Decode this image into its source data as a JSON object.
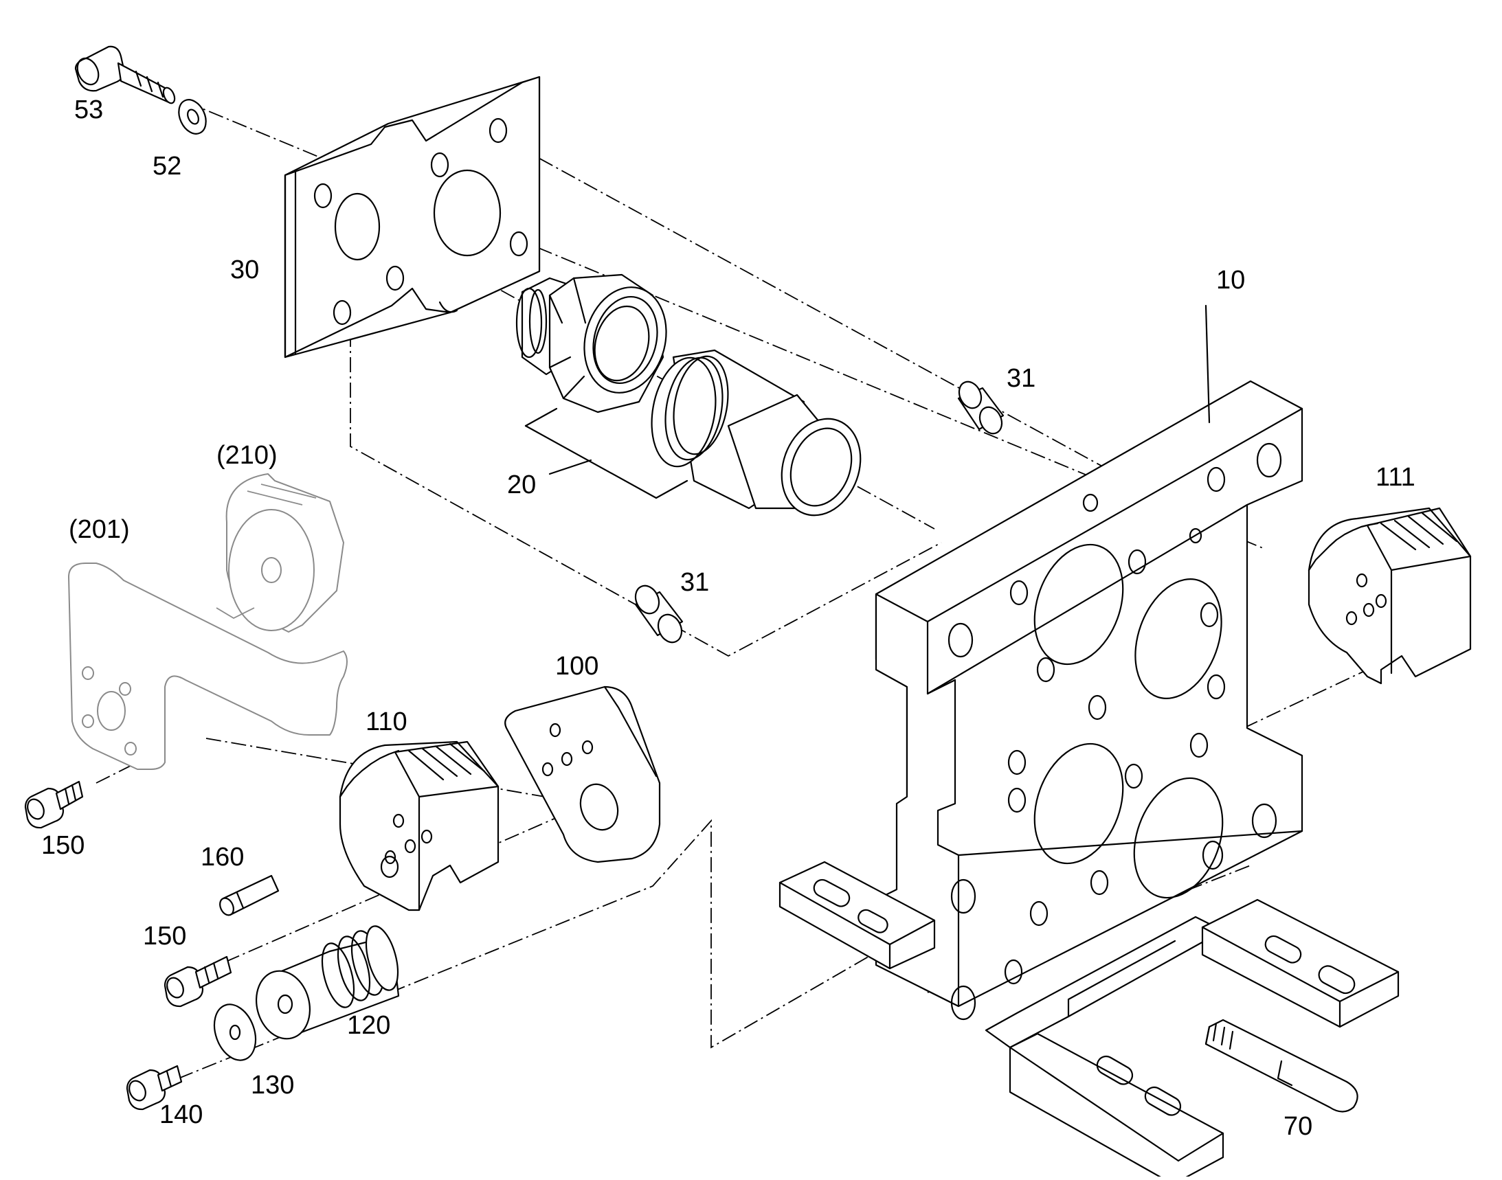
{
  "diagram": {
    "line_color": "#000000",
    "ghost_color": "#8a8a8a",
    "background": "#ffffff",
    "labels": {
      "p10": "10",
      "p20": "20",
      "p30": "30",
      "p31a": "31",
      "p31b": "31",
      "p52": "52",
      "p53": "53",
      "p70": "70",
      "p100": "100",
      "p110": "110",
      "p111": "111",
      "p120": "120",
      "p130": "130",
      "p140": "140",
      "p150a": "150",
      "p150b": "150",
      "p160": "160",
      "p201": "(201)",
      "p210": "(210)"
    }
  }
}
